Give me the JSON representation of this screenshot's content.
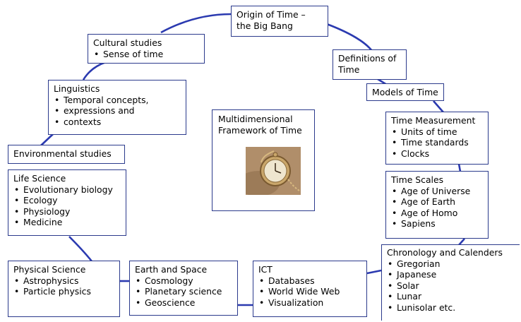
{
  "center": {
    "title_line1": "Multidimensional",
    "title_line2": "Framework of Time",
    "image_icon": "pocket-watch-icon"
  },
  "colors": {
    "line": "#2b3ab0",
    "border": "#2b3a8c"
  },
  "nodes": {
    "origin": {
      "title_line1": "Origin of Time –",
      "title_line2": "the Big Bang"
    },
    "definitions": {
      "title_line1": "Definitions of",
      "title_line2": "Time"
    },
    "models": {
      "title": "Models of Time"
    },
    "measurement": {
      "title": "Time Measurement",
      "items": [
        "Units of time",
        "Time standards",
        "Clocks"
      ]
    },
    "scales": {
      "title": "Time Scales",
      "items": [
        "Age of Universe",
        "Age of Earth",
        "Age of Homo",
        "Sapiens"
      ]
    },
    "chronology": {
      "title": "Chronology and Calenders",
      "items": [
        "Gregorian",
        "Japanese",
        "Solar",
        "Lunar",
        "Lunisolar etc."
      ]
    },
    "ict": {
      "title": "ICT",
      "items": [
        "Databases",
        "World Wide Web",
        "Visualization"
      ]
    },
    "earth": {
      "title": "Earth and Space",
      "items": [
        "Cosmology",
        "Planetary science",
        "Geoscience"
      ]
    },
    "physical": {
      "title": "Physical Science",
      "items": [
        "Astrophysics",
        "Particle  physics"
      ]
    },
    "life": {
      "title": "Life Science",
      "items": [
        "Evolutionary  biology",
        "Ecology",
        "Physiology",
        "Medicine"
      ]
    },
    "environmental": {
      "title": "Environmental studies"
    },
    "linguistics": {
      "title": "Linguistics",
      "items": [
        "Temporal concepts,",
        "expressions and",
        "contexts"
      ]
    },
    "cultural": {
      "title": "Cultural studies",
      "items": [
        "Sense of time"
      ]
    }
  }
}
